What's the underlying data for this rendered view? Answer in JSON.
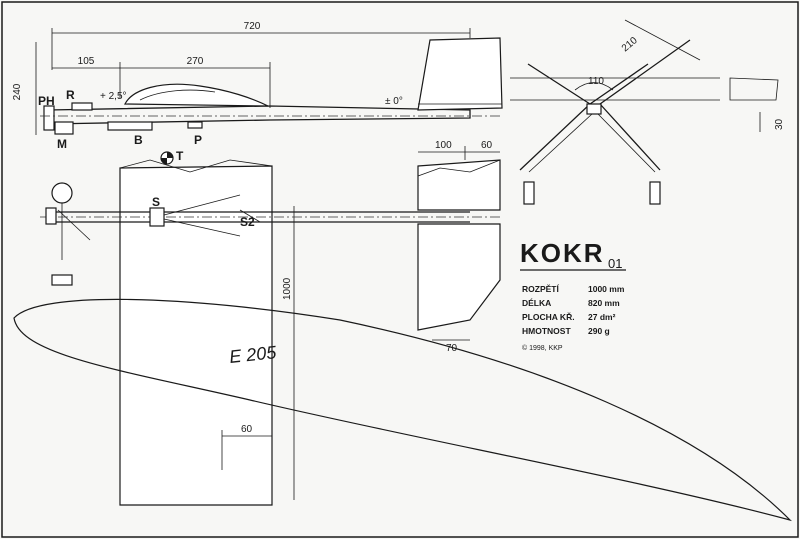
{
  "dimensions": {
    "overall_length": "720",
    "nose_to_wing": "105",
    "wing_chord": "270",
    "pylon_height": "240",
    "wing_angle": "+ 2,5°",
    "stab_angle": "± 0°",
    "span": "1000",
    "stab_root": "100",
    "stab_tip": "60",
    "stab_tip_bottom": "70",
    "wing_tip": "60",
    "dihedral_spread": "110",
    "dihedral_leg": "210",
    "gear_height": "30"
  },
  "part_labels": {
    "PH": "PH",
    "R": "R",
    "M": "M",
    "B": "B",
    "P": "P",
    "T": "T",
    "S": "S",
    "S2": "S2"
  },
  "airfoil": "E 205",
  "model": {
    "name": "KOKR",
    "suffix": "01",
    "specs": [
      {
        "label": "ROZPĚTÍ",
        "value": "1000 mm"
      },
      {
        "label": "DÉLKA",
        "value": "820 mm"
      },
      {
        "label": "PLOCHA KŘ.",
        "value": "27 dm²"
      },
      {
        "label": "HMOTNOST",
        "value": "290 g"
      }
    ],
    "copyright": "© 1998,  KKP"
  }
}
